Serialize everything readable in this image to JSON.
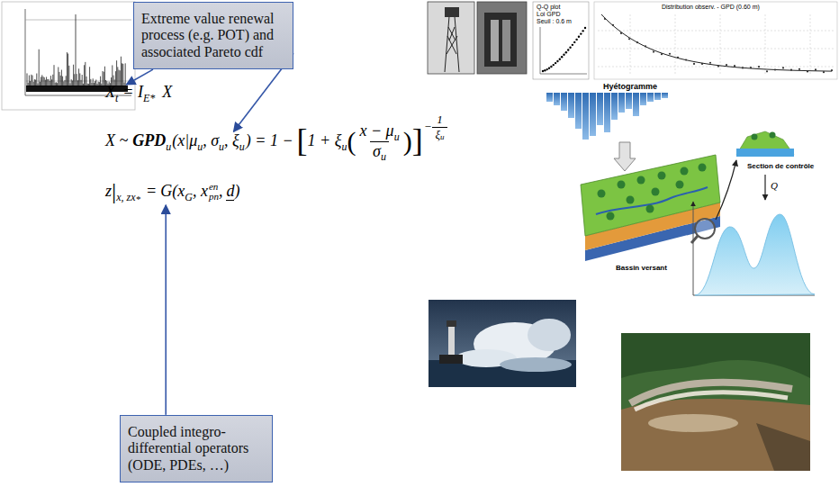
{
  "diagram": {
    "nodes": [
      {
        "text": [
          "Extreme value renewal process (e.g. POT) and associated Pareto cdf"
        ]
      },
      {
        "text": [
          "Coupled integro- differential operators (ODE, PDEs, …)"
        ]
      }
    ],
    "labels": [
      "X",
      "t",
      "= I",
      "E*",
      "X",
      "X ~",
      "GPD",
      "u",
      "(x|μ",
      "u",
      ", σ",
      "u",
      ", ξ",
      "u",
      ") = 1 −",
      "[",
      "1 + ξ",
      "u",
      "(",
      "x − μ",
      "u",
      "σ",
      "u",
      ")",
      "]",
      "−",
      "1",
      "ξ",
      "u",
      "z",
      "|",
      "x, zx",
      "*",
      "=",
      "G(x",
      "G",
      ", x",
      "en",
      "pn",
      ",",
      "d",
      ")",
      "Hyétogramme",
      "Bassin versant",
      "Section de contrôle",
      "Q",
      "Q-Q plot",
      "Loi GPD",
      "Seuil : 0.6 m",
      "Distribution observ. - GPD (0.60 m)"
    ]
  }
}
